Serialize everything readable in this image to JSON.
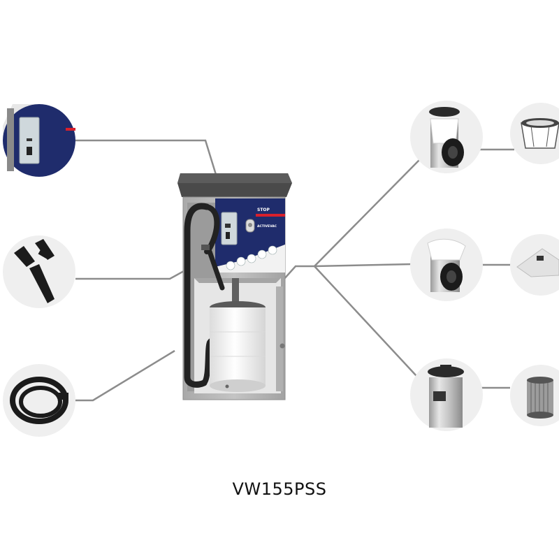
{
  "product": {
    "model_name": "VW155PSS",
    "panel_button_label": "STOP",
    "panel_brand_text": "ACTIVEVAC",
    "panel_icon_count": 5
  },
  "callouts": {
    "left": [
      "control-panel-detail",
      "nozzle-accessories",
      "coiled-hose"
    ],
    "right": [
      "bag-filter",
      "paper-bag",
      "cartridge-filter"
    ],
    "right_details": [
      "basket-filter",
      "flat-paper-filter",
      "cartridge-element"
    ]
  },
  "colors": {
    "panel_navy": "#1f2c6c",
    "accent_red": "#d8202c",
    "cabinet_grey": "#b9b9b9",
    "roof_dark": "#4a4a4a",
    "leader_line": "#8c8c8c",
    "circle_bg": "#efefef"
  }
}
